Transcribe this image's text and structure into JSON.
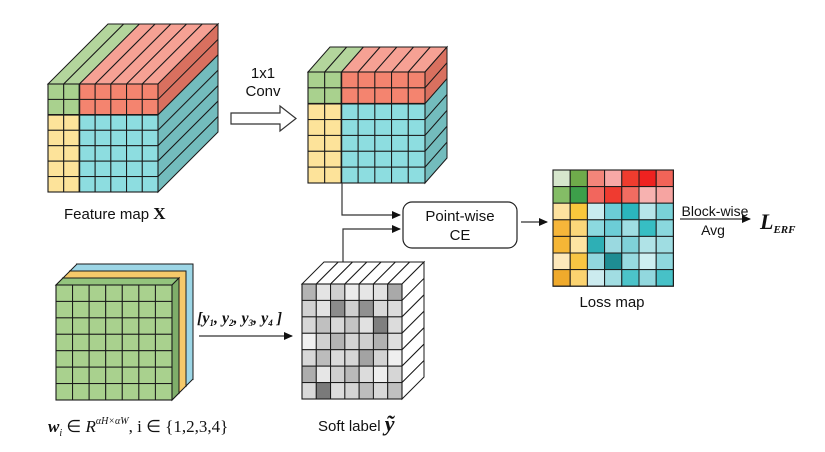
{
  "colors": {
    "green": "#a9d18e",
    "green_top": "#b3d59c",
    "red": "#f4846f",
    "red_top": "#f6a194",
    "red_side": "#d9705f",
    "cyan": "#8ddde0",
    "cyan_side": "#73bcbd",
    "yellow": "#fde39a",
    "w_blue": "#9dd6e6",
    "w_yellow": "#f5c96a",
    "w_red": "#e46f5b",
    "line": "#1a1a1a"
  },
  "feature_map": {
    "label": "Feature map ",
    "symbol": "X",
    "rows": 7,
    "cols": 7,
    "regions": [
      [
        "G",
        "G",
        "R",
        "R",
        "R",
        "R",
        "R"
      ],
      [
        "G",
        "G",
        "R",
        "R",
        "R",
        "R",
        "R"
      ],
      [
        "Y",
        "Y",
        "C",
        "C",
        "C",
        "C",
        "C"
      ],
      [
        "Y",
        "Y",
        "C",
        "C",
        "C",
        "C",
        "C"
      ],
      [
        "Y",
        "Y",
        "C",
        "C",
        "C",
        "C",
        "C"
      ],
      [
        "Y",
        "Y",
        "C",
        "C",
        "C",
        "C",
        "C"
      ],
      [
        "Y",
        "Y",
        "C",
        "C",
        "C",
        "C",
        "C"
      ]
    ]
  },
  "conv_arrow": {
    "line1": "1x1",
    "line2": "Conv"
  },
  "conv_output": {
    "rows": 7,
    "cols": 7
  },
  "pointwise_ce": {
    "line1": "Point-wise",
    "line2": "CE"
  },
  "loss_map": {
    "label": "Loss map",
    "cells": [
      [
        "#d6e6cc",
        "#6fab4b",
        "#f3857a",
        "#f7a8a6",
        "#ef3c2e",
        "#ee2220",
        "#f16458"
      ],
      [
        "#84bd66",
        "#3d9f4a",
        "#f2665d",
        "#ef3b30",
        "#f26c61",
        "#f7b2b0",
        "#f6a4a1"
      ],
      [
        "#fde29f",
        "#f9c73c",
        "#c8ecef",
        "#6bccd6",
        "#2bb6bd",
        "#b6e6ea",
        "#79d2d8"
      ],
      [
        "#f6b63a",
        "#fbd77a",
        "#8cd9df",
        "#6ccdd6",
        "#9fdee3",
        "#37bec3",
        "#8ad8de"
      ],
      [
        "#f5b636",
        "#fde4a2",
        "#2eafb5",
        "#9ad9e0",
        "#7fd1d8",
        "#b0e3e7",
        "#9fdde2"
      ],
      [
        "#fde8bb",
        "#f8c543",
        "#91d7de",
        "#1e8d93",
        "#97dae0",
        "#cdeff1",
        "#8fd8de"
      ],
      [
        "#f0aa2c",
        "#fbd370",
        "#ccebef",
        "#a1dde2",
        "#4cc3c9",
        "#92d8de",
        "#47c1c7"
      ]
    ]
  },
  "block_avg": {
    "line1": "Block-wise",
    "line2": "Avg",
    "result": "L",
    "result_sub": "ERF"
  },
  "weights": {
    "rows": 7,
    "cols": 7,
    "formula_w": "w",
    "formula_i": "i",
    "formula_in": " ∈ ",
    "formula_R": "R",
    "formula_sup": "αH×αW",
    "formula_rest": ", i ∈ {1,2,3,4}"
  },
  "vector_label": {
    "open": "[",
    "items": [
      {
        "v": "y",
        "sub": "1"
      },
      {
        "v": "y",
        "sub": "2"
      },
      {
        "v": "y",
        "sub": "3"
      },
      {
        "v": "y",
        "sub": "4"
      }
    ],
    "close": "]"
  },
  "soft_label": {
    "label": "Soft label ",
    "symbol": "ỹ",
    "cells": [
      [
        "#b4b4b4",
        "#e4e4e4",
        "#cfcfcf",
        "#ececec",
        "#e6e6e6",
        "#e2e2e2",
        "#a9a9a9"
      ],
      [
        "#d2d2d2",
        "#e2e2e2",
        "#8c8c8c",
        "#cfcfcf",
        "#909090",
        "#d8d8d8",
        "#dcdcdc"
      ],
      [
        "#d7d7d7",
        "#c0c0c0",
        "#d8d8d8",
        "#c4c4c4",
        "#e1e1e1",
        "#7f7f7f",
        "#dcdcdc"
      ],
      [
        "#f0f0f0",
        "#d0d0d0",
        "#b4b4b4",
        "#d4d4d4",
        "#cfcfcf",
        "#b1b1b1",
        "#dedede"
      ],
      [
        "#d8d8d8",
        "#bcbcbc",
        "#dadada",
        "#d6d6d6",
        "#a3a3a3",
        "#d3d3d3",
        "#efefef"
      ],
      [
        "#adadad",
        "#e6e6e6",
        "#cfcfcf",
        "#b9b9b9",
        "#dcdcdc",
        "#eeeeee",
        "#d6d6d6"
      ],
      [
        "#d9d9d9",
        "#7a7a7a",
        "#dddddd",
        "#d4d4d4",
        "#bdbdbd",
        "#d8d8d8",
        "#c0c0c0"
      ]
    ]
  }
}
